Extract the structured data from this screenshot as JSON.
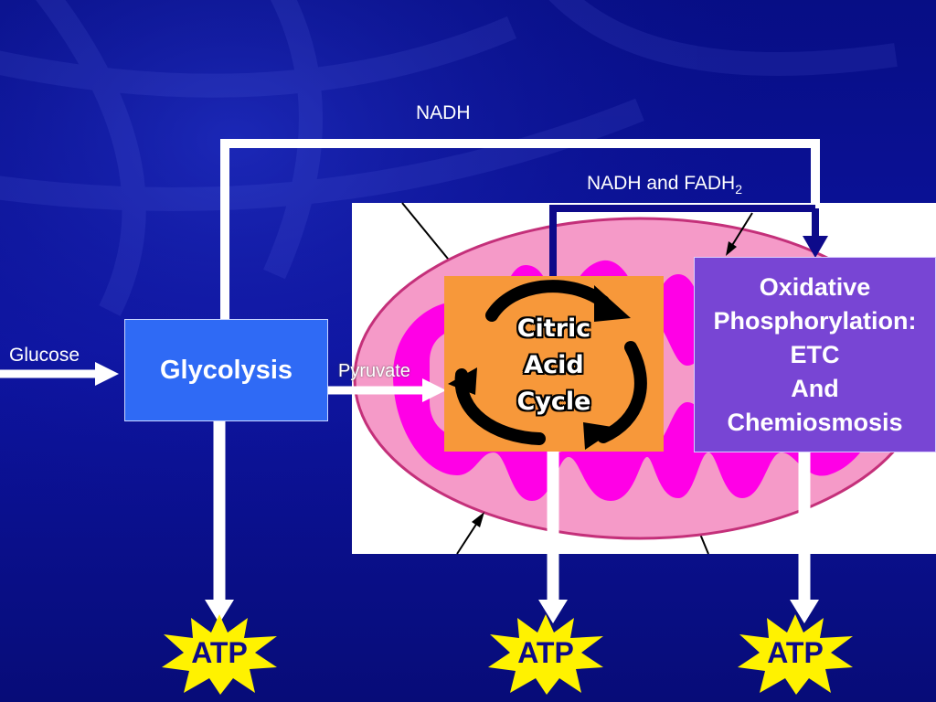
{
  "labels": {
    "nadh": "NADH",
    "nadh_fadh_prefix": "NADH and FADH",
    "nadh_fadh_sub": "2",
    "glucose": "Glucose",
    "pyruvate": "Pyruvate"
  },
  "boxes": {
    "glycolysis": "Glycolysis",
    "citric_lines": [
      "Citric",
      "Acid",
      "Cycle"
    ],
    "oxphos_lines": [
      "Oxidative",
      "Phosphorylation:",
      "ETC",
      "And",
      "Chemiosmosis"
    ]
  },
  "atp": [
    "ATP",
    "ATP",
    "ATP"
  ],
  "colors": {
    "background": "#0a0f8a",
    "glycolysis_box": "#2f6af5",
    "citric_box": "#f7983a",
    "oxphos_box": "#7845d4",
    "mito_outer": "#f59ac8",
    "mito_inner": "#ff00e6",
    "atp_burst": "#fff200",
    "arrow": "#ffffff",
    "arrow_dark": "#0d0a8a"
  }
}
